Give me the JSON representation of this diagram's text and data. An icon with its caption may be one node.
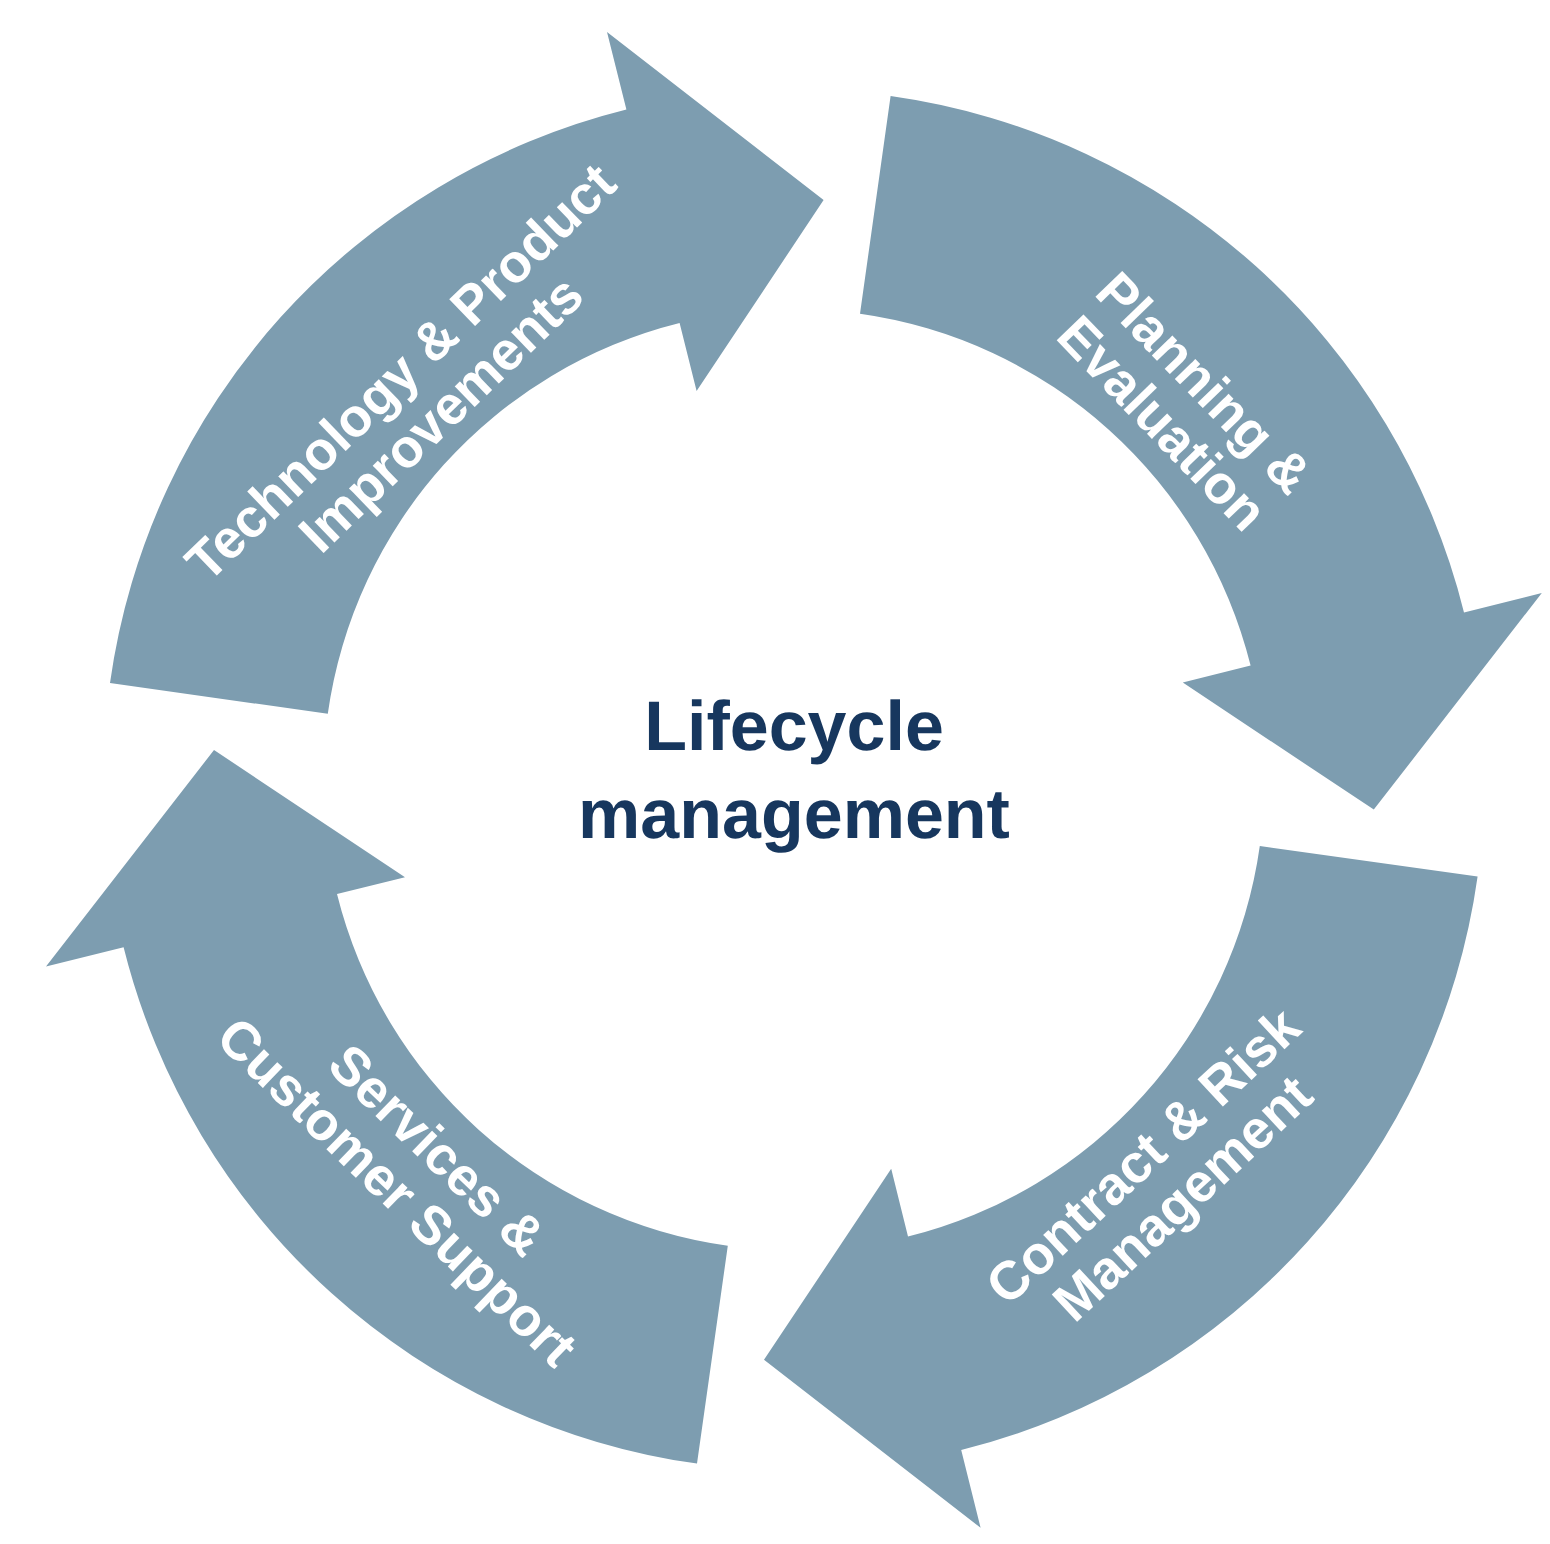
{
  "diagram": {
    "nodes": [
      {
        "text": [
          "Technology & Product Improvements"
        ]
      },
      {
        "text": [
          "Planning & Evaluation"
        ]
      },
      {
        "text": [
          "Contract & Risk Management"
        ]
      },
      {
        "text": [
          "Services & Customer Support"
        ]
      }
    ],
    "labels": [
      "Lifecycle management"
    ]
  }
}
